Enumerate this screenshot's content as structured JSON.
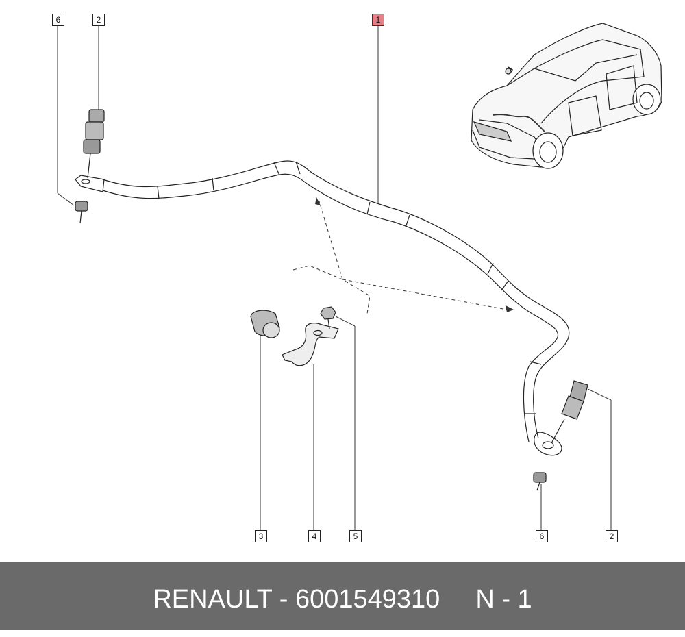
{
  "callouts": {
    "c6_top": "6",
    "c2_top": "2",
    "c1": "1",
    "c3": "3",
    "c4": "4",
    "c5": "5",
    "c6_bottom": "6",
    "c2_bottom": "2"
  },
  "colors": {
    "highlight": "#e87f86",
    "footer_bg": "#6a6a6a",
    "footer_text": "#ffffff"
  },
  "footer": {
    "brand": "RENAULT",
    "separator": " - ",
    "part_number": "6001549310",
    "position": "N - 1"
  }
}
